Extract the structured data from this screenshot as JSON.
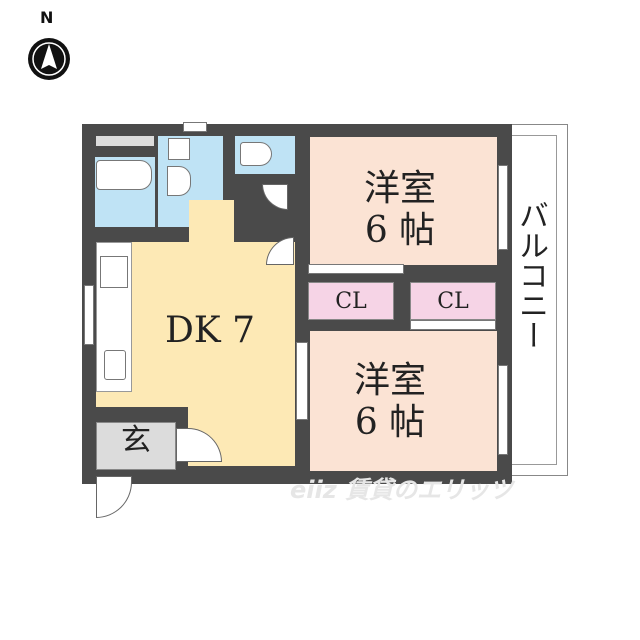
{
  "compass": {
    "label": "N",
    "icon": "north-arrow-icon"
  },
  "rooms": {
    "western_room_1": {
      "line1": "洋室",
      "line2": "6 帖",
      "color": "#fbe3d4"
    },
    "western_room_2": {
      "line1": "洋室",
      "line2": "6 帖",
      "color": "#fbe3d4"
    },
    "dining_kitchen": {
      "label": "DK 7",
      "color": "#fde9b5"
    },
    "entrance": {
      "label": "玄",
      "color": "#dcdcdc"
    },
    "closet_1": {
      "label": "CL",
      "color": "#f6d4e6"
    },
    "closet_2": {
      "label": "CL",
      "color": "#f6d4e6"
    },
    "balcony": {
      "label": "バルコニー"
    },
    "bathroom": {
      "color": "#bfe3f5"
    },
    "toilet": {
      "color": "#bfe3f5"
    }
  },
  "watermark": {
    "logo": "eiiz",
    "text": "賃貸のエリッツ"
  },
  "colors": {
    "wall": "#4a4a4a",
    "water": "#bfe3f5",
    "dk": "#fde9b5",
    "western": "#fbe3d4",
    "closet": "#f6d4e6",
    "entrance": "#dcdcdc"
  }
}
